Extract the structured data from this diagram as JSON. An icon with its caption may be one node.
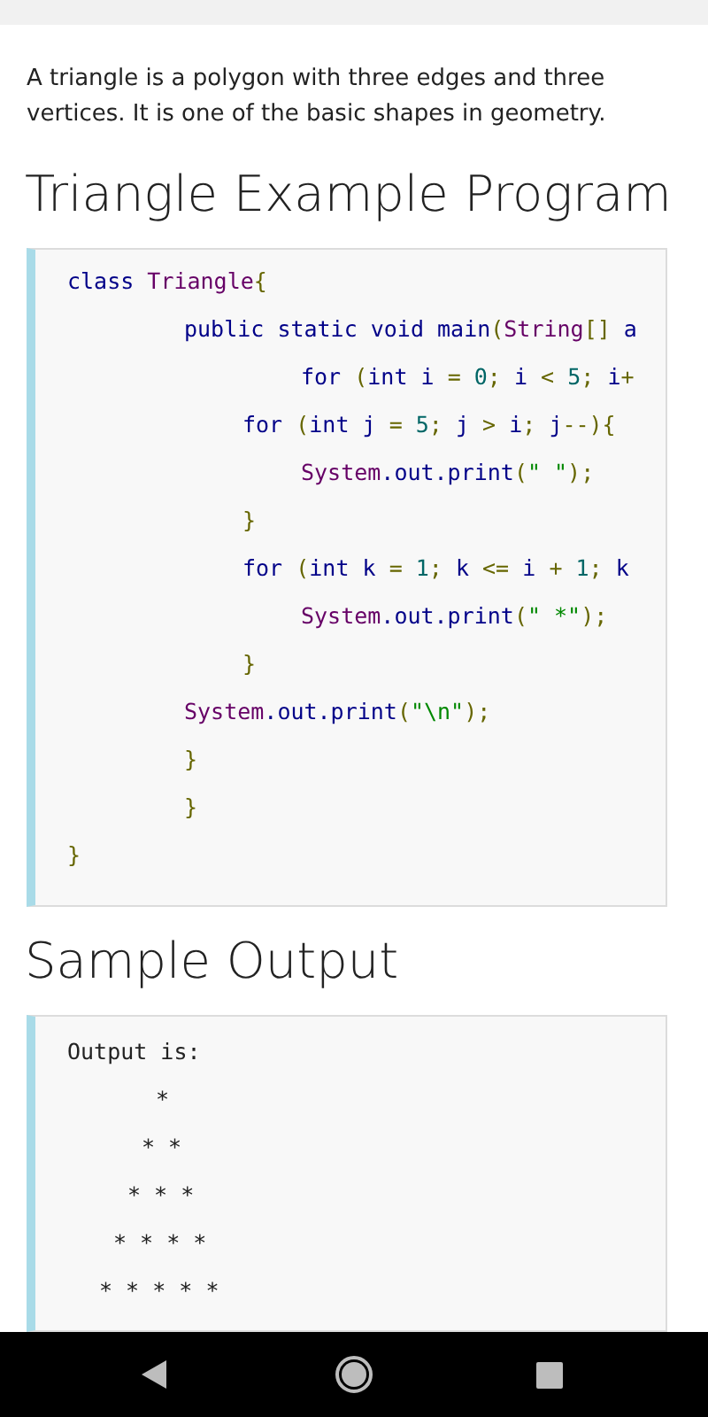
{
  "diagram": {
    "nodes": [
      {
        "text": [],
        "shape": "bar"
      },
      {
        "beside": [
          "Triangle Example Program"
        ],
        "text": [
          "class Triangle{",
          "public static void main(String[] a",
          "for (int i = 0; i < 5; i+",
          "for (int j = 5; j > i; j--){",
          "System.out.print(\" \");",
          "}",
          "for (int k = 1; k <= i + 1; k",
          "System.out.print(\" *\");",
          "}",
          "System.out.print(\"\\n\");",
          "}",
          "}",
          "}"
        ]
      },
      {
        "beside": [
          "Sample Output"
        ],
        "text": [
          "Output is:",
          "*",
          "* *",
          "* * *",
          "* * * *",
          "* * * * *"
        ]
      }
    ],
    "labels": [
      "A triangle is a polygon with three edges and three vertices. It is one of the basic shapes in geometry."
    ]
  }
}
